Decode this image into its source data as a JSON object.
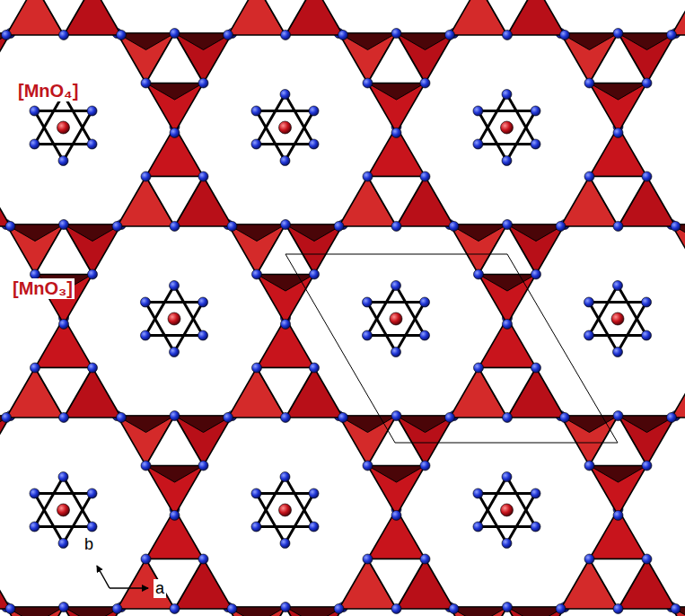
{
  "diagram": {
    "labels": [
      "[MnO₄]",
      "[MnO₃]",
      "b",
      "a"
    ]
  }
}
